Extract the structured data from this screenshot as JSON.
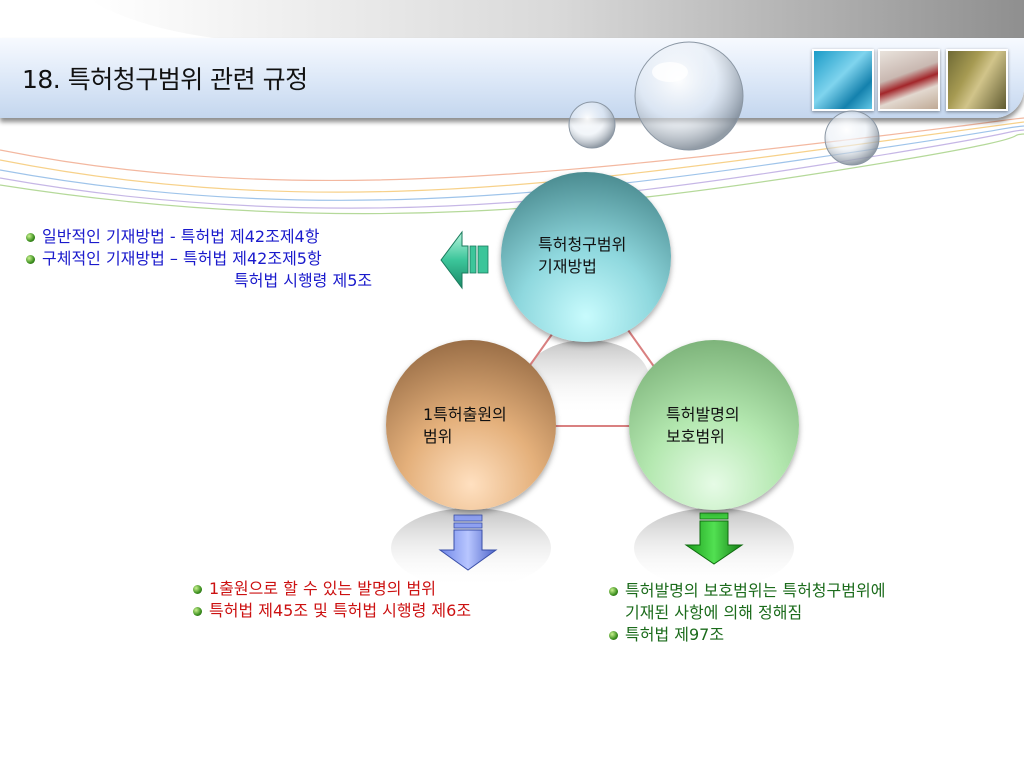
{
  "slide": {
    "title": "18. 특허청구범위 관련 규정",
    "colors": {
      "blue_text": "#1a1acc",
      "red_text": "#cc1111",
      "green_text": "#1b6b1b",
      "circle_top": "#7fc9cf",
      "circle_left": "#d9a06c",
      "circle_right": "#a8dea4",
      "connector": "#d98080"
    },
    "icons": [
      "left-arrow-icon",
      "down-arrow-icon",
      "down-arrow-icon"
    ]
  },
  "diagram": {
    "top_circle": {
      "line1": "특허청구범위",
      "line2": "기재방법"
    },
    "left_circle": {
      "line1": "1특허출원의",
      "line2": "범위"
    },
    "right_circle": {
      "line1": "특허발명의",
      "line2": "보호범위"
    }
  },
  "notes": {
    "top": {
      "item1": "일반적인 기재방법 - 특허법 제42조제4항",
      "item2_line1": "구체적인 기재방법 – 특허법 제42조제5항",
      "item2_line2": "특허법 시행령 제5조"
    },
    "left": {
      "item1": "1출원으로 할 수 있는 발명의 범위",
      "item2": "특허법 제45조 및 특허법 시행령 제6조"
    },
    "right": {
      "item1_line1": "특허발명의 보호범위는 특허청구범위에",
      "item1_line2": "기재된 사항에 의해 정해짐",
      "item2": "특허법 제97조"
    }
  }
}
